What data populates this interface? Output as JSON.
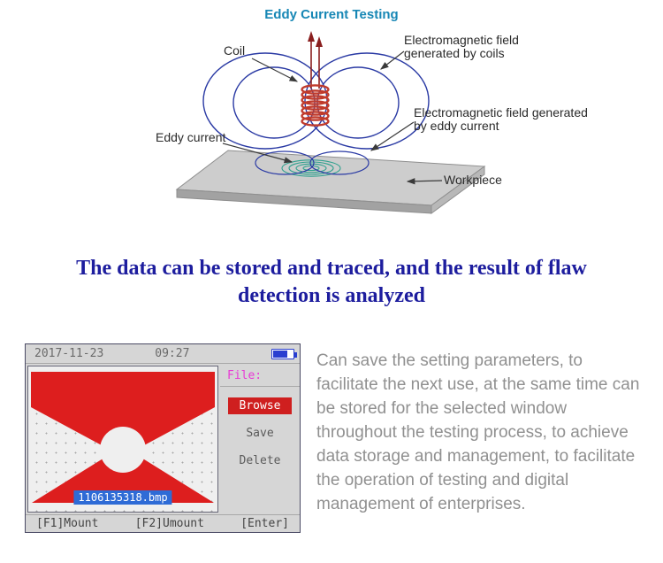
{
  "page": {
    "title": "Eddy Current Testing",
    "heading": {
      "line1": "The data can be stored and traced, and the result of flaw",
      "line2": "detection is analyzed"
    }
  },
  "diagram": {
    "labels": {
      "coil": "Coil",
      "field_coils": [
        "Electromagnetic field",
        "generated by coils"
      ],
      "field_eddy": [
        "Electromagnetic field generated",
        "by eddy current"
      ],
      "eddy_current": "Eddy current",
      "workpiece": "Workpiece"
    }
  },
  "device_screen": {
    "date": "2017-11-23",
    "time": "09:27",
    "file_label": "File:",
    "menu": [
      {
        "label": "Browse",
        "selected": true
      },
      {
        "label": "Save",
        "selected": false
      },
      {
        "label": "Delete",
        "selected": false
      }
    ],
    "filename": "1106135318.bmp",
    "footer": {
      "f1": "[F1]Mount",
      "f2": "[F2]Umount",
      "enter": "[Enter]"
    }
  },
  "description": "Can save the setting parameters, to facilitate the next use, at the same time can be stored for the selected window throughout the testing process, to achieve data storage and management, to facilitate the operation of testing and digital management of enterprises.",
  "colors": {
    "title_teal": "#1787b5",
    "heading_navy": "#1d1d9e",
    "plot_red": "#dd1e1e",
    "file_magenta": "#e83ad6",
    "filename_bg_blue": "#2e6bd6",
    "field_blue": "#2a3aa4",
    "eddy_green": "#2fa08e",
    "battery_blue": "#2a3fd0"
  }
}
